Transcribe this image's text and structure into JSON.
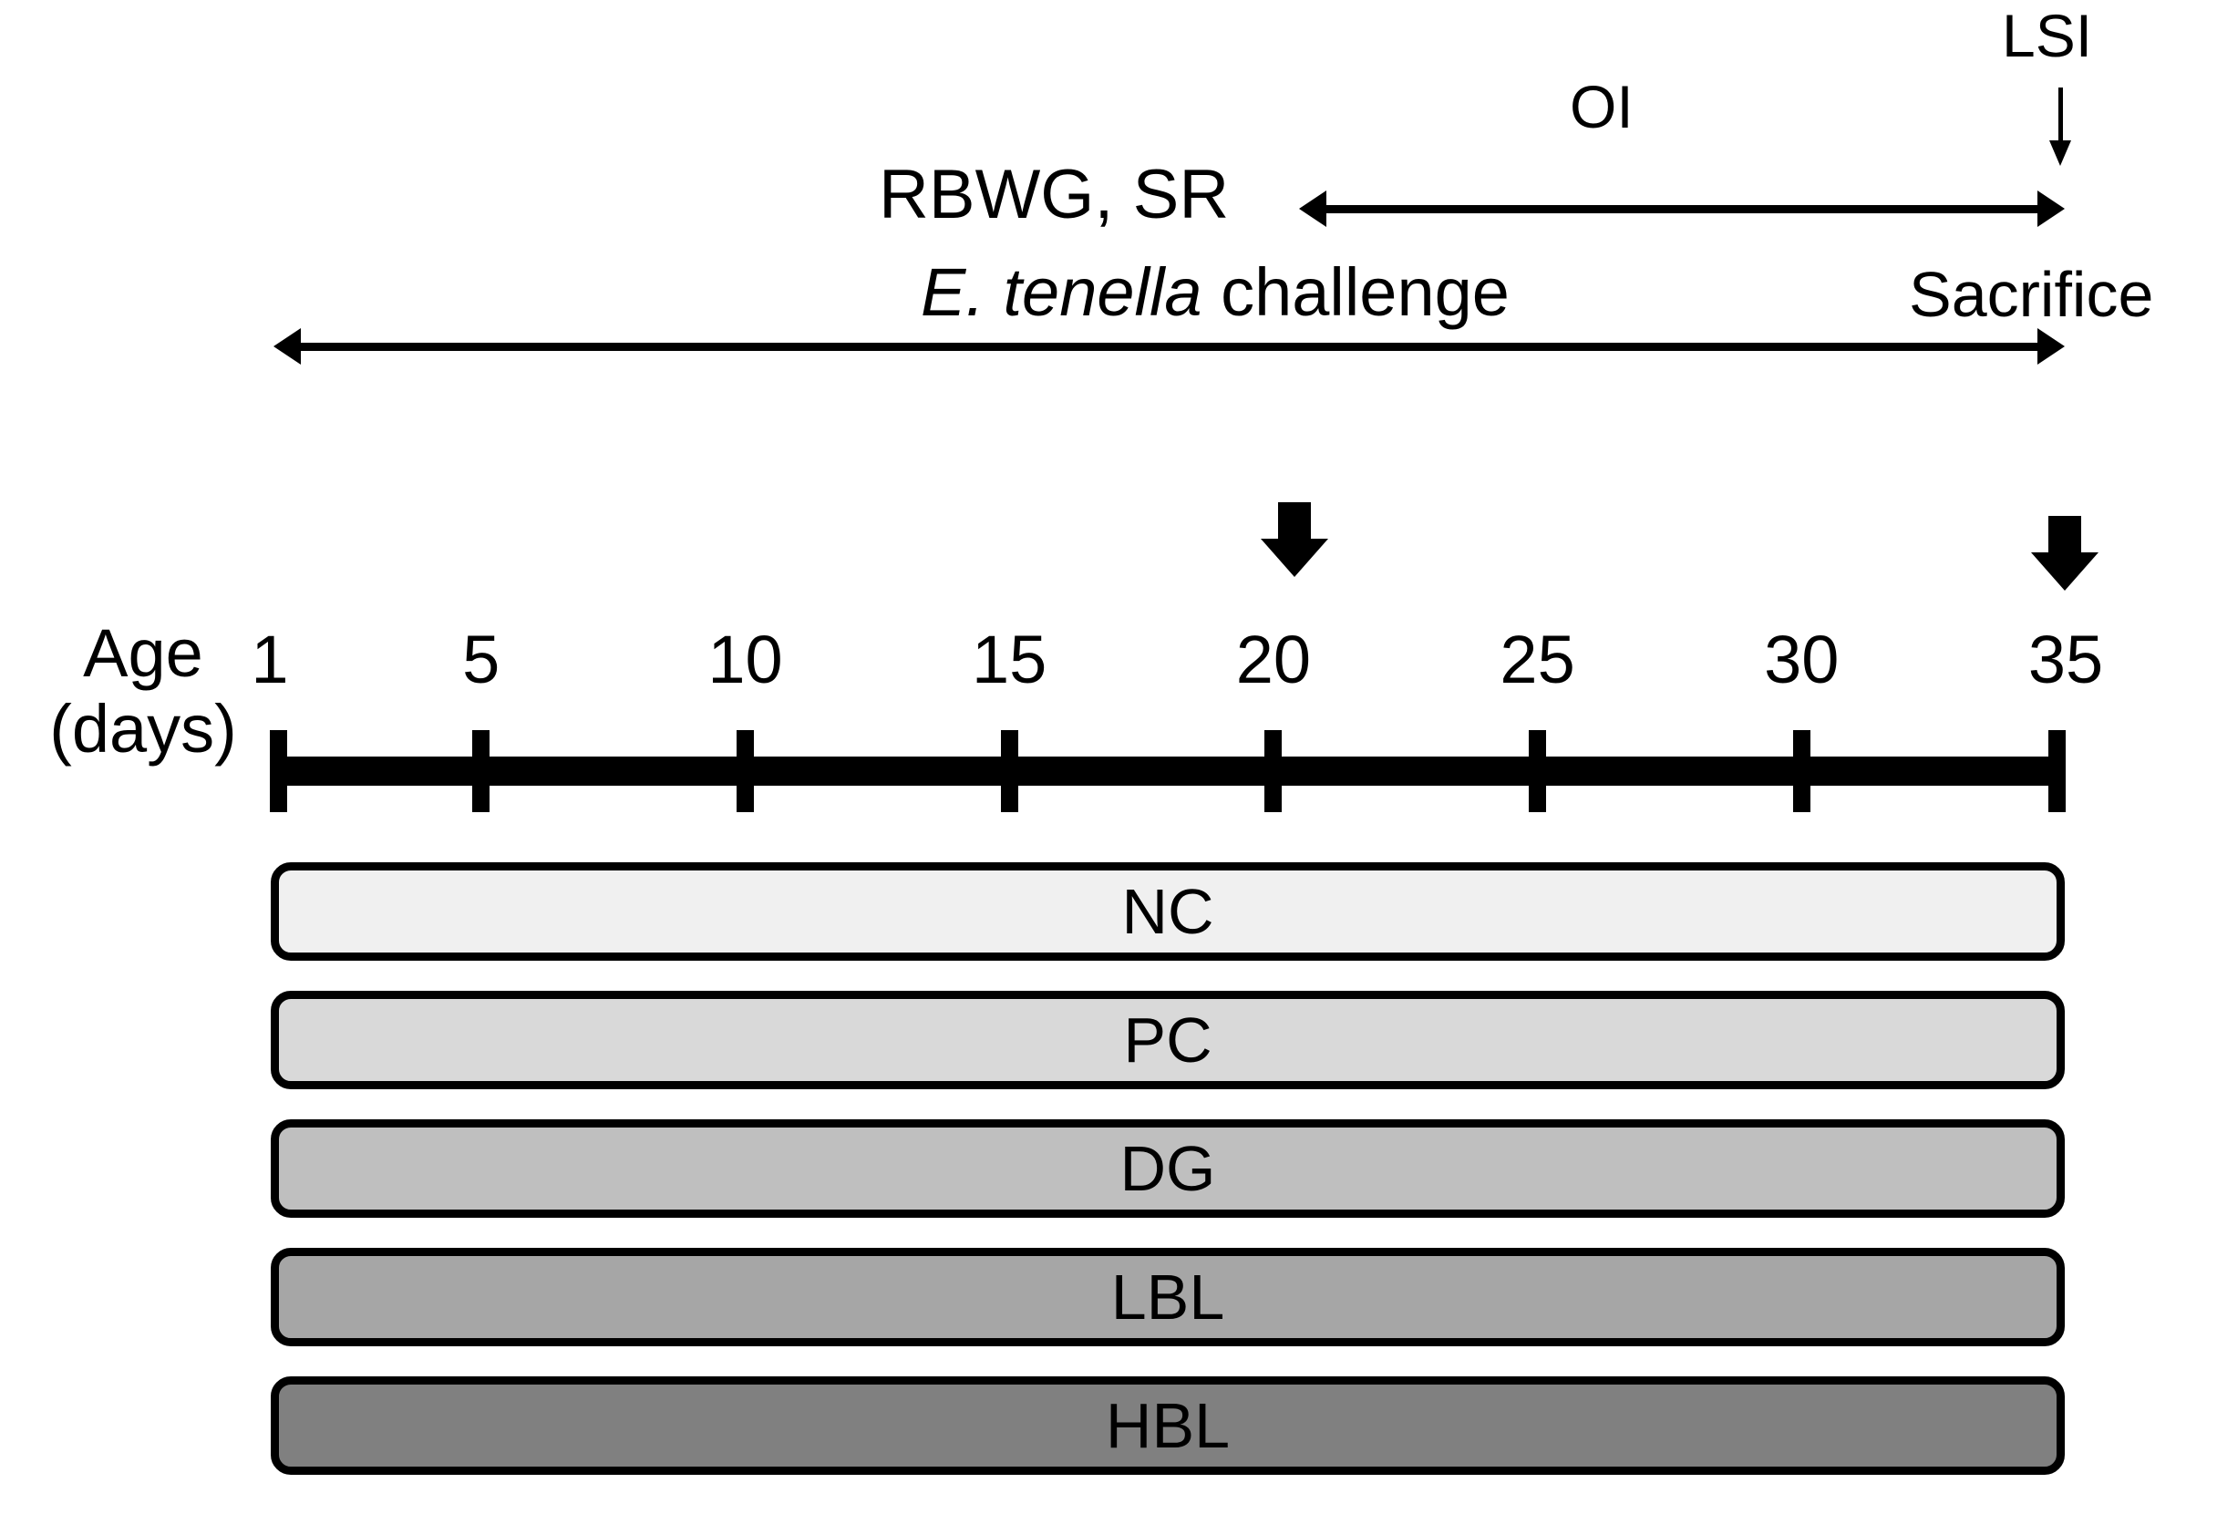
{
  "figure": {
    "type": "experimental-timeline-diagram",
    "axis_title_line1": "Age",
    "axis_title_line2": "(days)"
  },
  "measurements": {
    "lsi": {
      "label": "LSI",
      "marker_day": 35,
      "icon": "down-arrow-icon"
    },
    "oi": {
      "label": "OI",
      "span_start_day": 20,
      "span_end_day": 35,
      "icon": "double-headed-arrow-icon"
    },
    "rbwg_sr": {
      "label": "RBWG, SR",
      "span_start_day": 1,
      "span_end_day": 35,
      "icon": "double-headed-arrow-icon"
    }
  },
  "events": [
    {
      "name": "challenge",
      "label_italic": "E. tenella",
      "label_rest": " challenge",
      "day": 20,
      "icon": "block-down-arrow-icon"
    },
    {
      "name": "sacrifice",
      "label": "Sacrifice",
      "day": 35,
      "icon": "block-down-arrow-icon"
    }
  ],
  "timeline": {
    "ticks": [
      {
        "value": 1,
        "label": "1"
      },
      {
        "value": 5,
        "label": "5"
      },
      {
        "value": 10,
        "label": "10"
      },
      {
        "value": 15,
        "label": "15"
      },
      {
        "value": 20,
        "label": "20"
      },
      {
        "value": 25,
        "label": "25"
      },
      {
        "value": 30,
        "label": "30"
      },
      {
        "value": 35,
        "label": "35"
      }
    ],
    "range": [
      1,
      35
    ],
    "unit": "days"
  },
  "treatment_groups": [
    {
      "code": "NC",
      "fill": "#f0f0f0"
    },
    {
      "code": "PC",
      "fill": "#d9d9d9"
    },
    {
      "code": "DG",
      "fill": "#bfbfbf"
    },
    {
      "code": "LBL",
      "fill": "#a6a6a6"
    },
    {
      "code": "HBL",
      "fill": "#808080"
    }
  ],
  "chart_data": {
    "type": "table",
    "title": "",
    "xlabel": "Age (days)",
    "ylabel": "",
    "x": [
      1,
      5,
      10,
      15,
      20,
      25,
      30,
      35
    ],
    "xlim": [
      1,
      35
    ],
    "grid": false,
    "legend": "none",
    "annotations": [
      {
        "text": "LSI",
        "day": 35
      },
      {
        "text": "OI",
        "from_day": 20,
        "to_day": 35
      },
      {
        "text": "RBWG, SR",
        "from_day": 1,
        "to_day": 35
      },
      {
        "text": "E. tenella challenge",
        "day": 20
      },
      {
        "text": "Sacrifice",
        "day": 35
      }
    ],
    "categories": [
      "NC",
      "PC",
      "DG",
      "LBL",
      "HBL"
    ],
    "values": [
      35,
      35,
      35,
      35,
      35
    ]
  }
}
